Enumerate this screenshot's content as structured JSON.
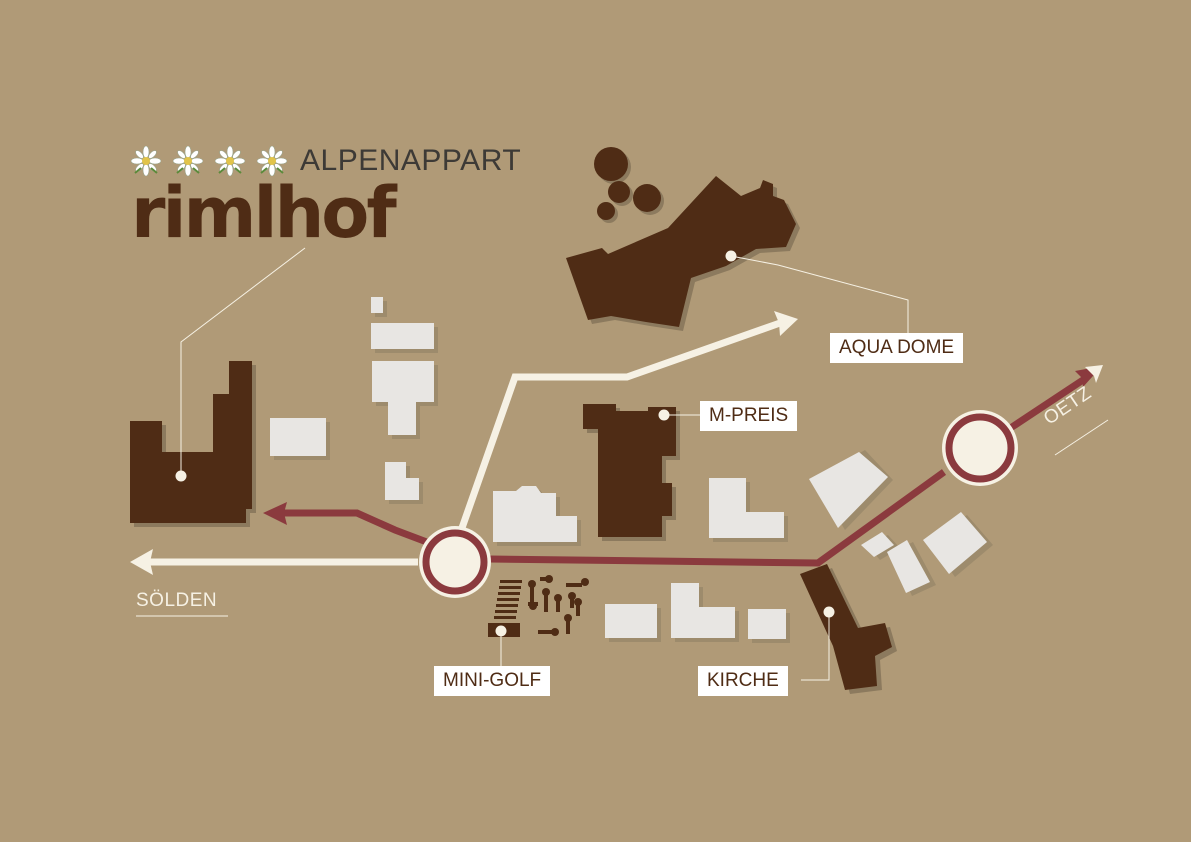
{
  "brand": {
    "subtitle": "ALPENAPPART",
    "name": "rimlhof",
    "rating_icons": [
      "edelweiss-icon",
      "edelweiss-icon",
      "edelweiss-icon",
      "edelweiss-icon"
    ]
  },
  "places": {
    "aqua_dome": "AQUA DOME",
    "m_preis": "M-PREIS",
    "mini_golf": "MINI-GOLF",
    "kirche": "KIRCHE"
  },
  "directions": {
    "soelden": "SÖLDEN",
    "oetz": "OETZ"
  },
  "colors": {
    "background": "#b09a77",
    "building_highlight": "#4f2c15",
    "building_other": "#e8e6e3",
    "main_road": "#8b3a3e",
    "secondary_road": "#f6f1e4",
    "label_background": "#ffffff"
  }
}
